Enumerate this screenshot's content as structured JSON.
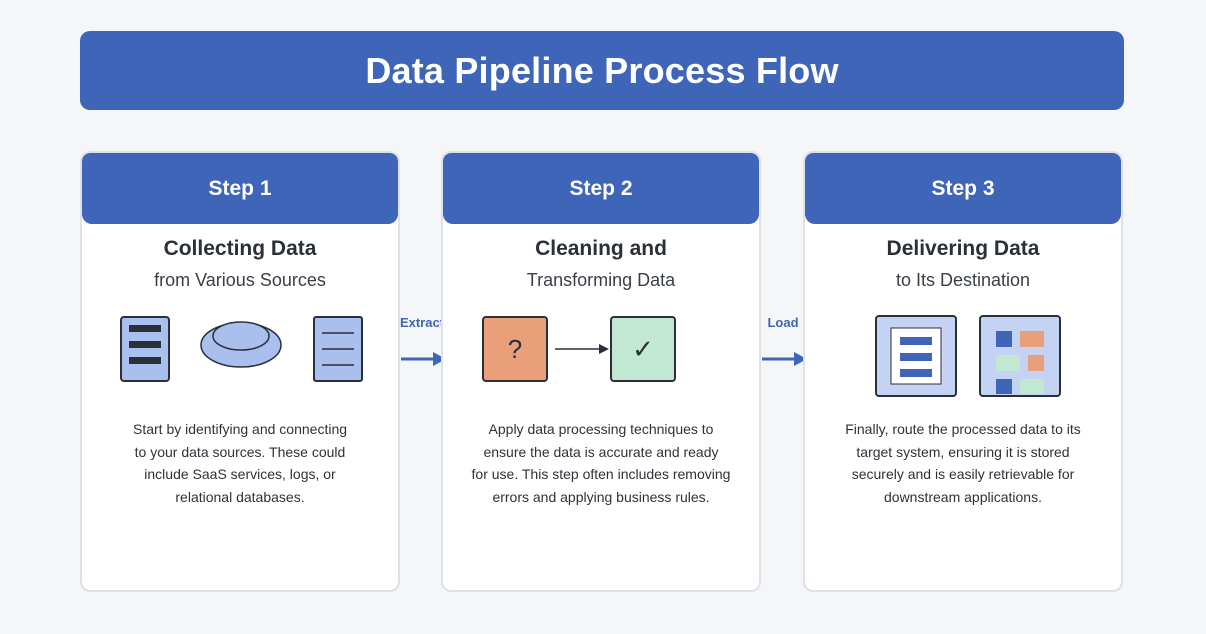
{
  "page_title": "Data Pipeline Process Flow",
  "steps": [
    {
      "label": "Step 1",
      "title": "Collecting Data",
      "subtitle": "from Various Sources",
      "description_lines": [
        "Start by identifying and connecting",
        "to your data sources. These could",
        "include SaaS services, logs, or",
        "relational databases."
      ]
    },
    {
      "label": "Step 2",
      "title": "Cleaning and",
      "subtitle": "Transforming Data",
      "icon_question": "?",
      "icon_check": "✓",
      "description_lines": [
        "Apply data processing techniques to",
        "ensure the data is accurate and ready",
        "for use. This step often includes removing",
        "errors and applying business rules."
      ]
    },
    {
      "label": "Step 3",
      "title": "Delivering Data",
      "subtitle": "to Its Destination",
      "description_lines": [
        "Finally, route the processed data to its",
        "target system, ensuring it is stored",
        "securely and is easily retrievable for",
        "downstream applications."
      ]
    }
  ],
  "connectors": [
    {
      "label": "Extract"
    },
    {
      "label": "Load"
    }
  ],
  "colors": {
    "primary": "#3f65b8",
    "icon_fill": "#a9c0ee",
    "icon_dark": "#2b2f38",
    "orange": "#e9a07a",
    "green": "#c2e8d4",
    "panel_fill": "#c4d2f4"
  }
}
